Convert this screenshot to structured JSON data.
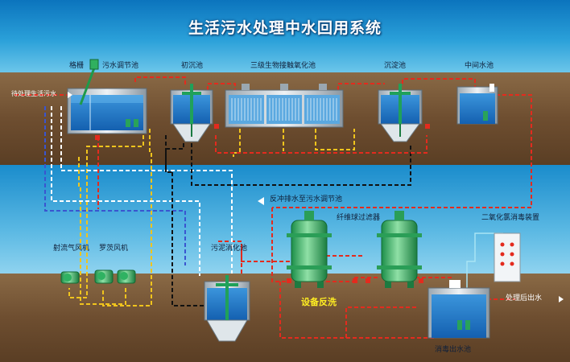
{
  "title": "生活污水处理中水回用系统",
  "labels": {
    "grille": "格栅",
    "regulating_tank": "污水调节池",
    "primary_settling": "初沉池",
    "bio_contact": "三级生物接触氧化池",
    "settling": "沉淀池",
    "intermediate_tank": "中间水池",
    "inlet": "待处理生活污水",
    "backwash_return": "反冲排水至污水调节池",
    "fiber_filter": "纤维球过滤器",
    "chlorine_dioxide": "二氧化氯消毒装置",
    "jet_aerator": "射流气风机",
    "roots_blower": "罗茨风机",
    "sludge_tank": "污泥消化池",
    "backwash": "设备反洗",
    "outlet": "处理后出水",
    "disinfection_tank": "消毒出水池"
  },
  "colors": {
    "sky_top": "#0e83c8",
    "ground": "#6f4f30",
    "tank_water": "#1c76c9",
    "filter_green": "#35b36a",
    "pipe_red": "#e32b1e",
    "pipe_yellow": "#f0c41d",
    "pipe_black": "#101010",
    "pipe_white": "#ffffff",
    "title": "#ffffff"
  }
}
